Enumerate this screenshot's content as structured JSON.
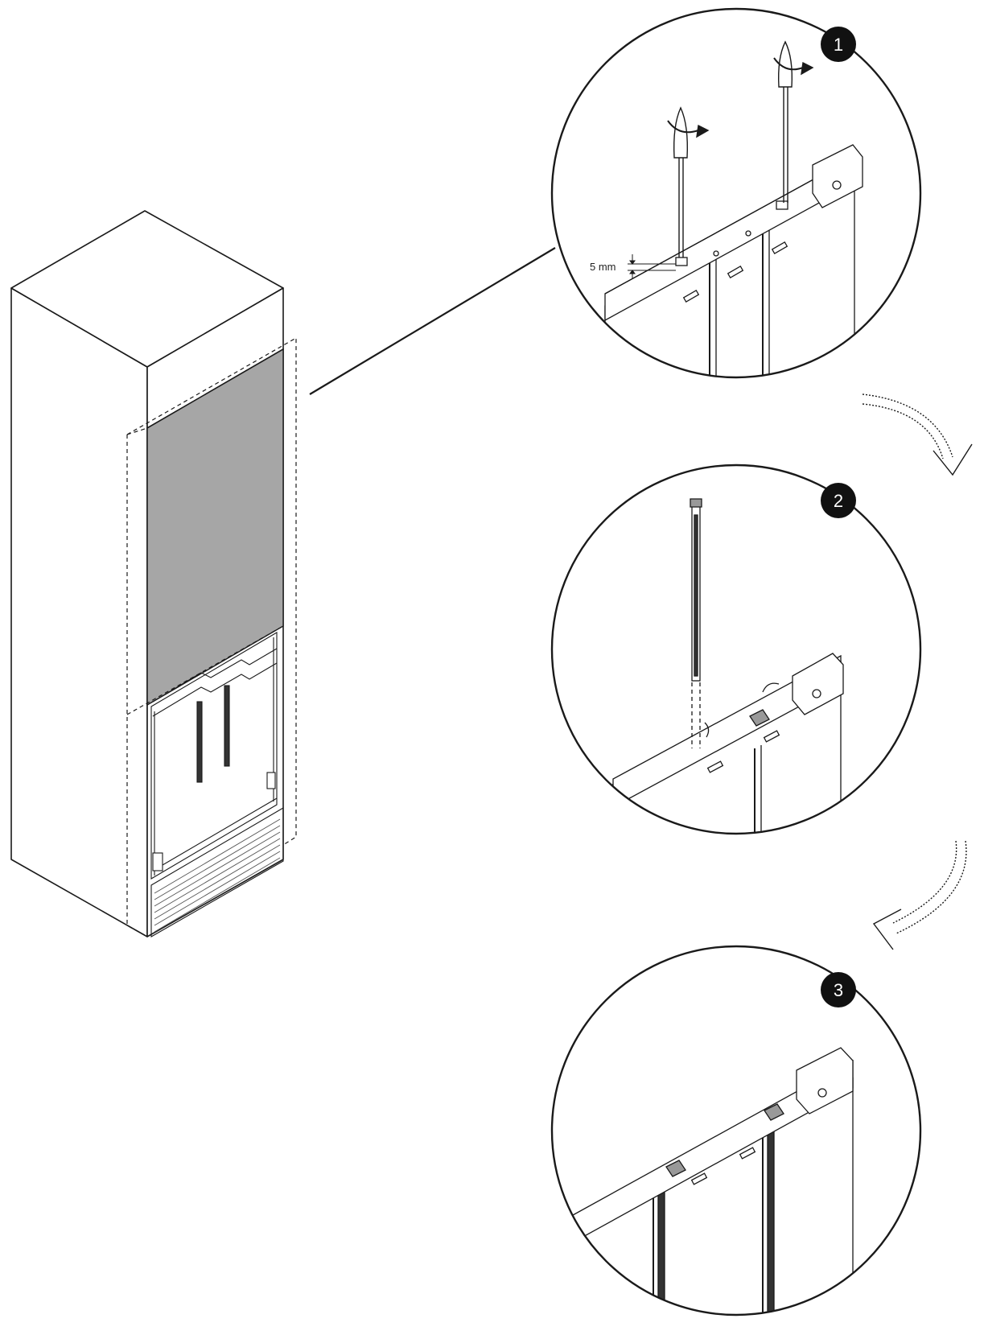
{
  "steps": [
    {
      "number": "1"
    },
    {
      "number": "2"
    },
    {
      "number": "3"
    }
  ],
  "dimension_label": "5 mm",
  "panel_fill": "#a6a6a6",
  "line_color": "#1a1a1a"
}
